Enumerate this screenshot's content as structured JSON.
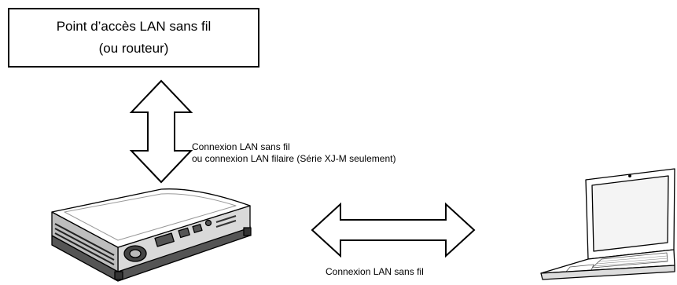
{
  "access_point": {
    "line1": "Point d’accès LAN sans fil",
    "line2": "(ou routeur)"
  },
  "connection_vertical": {
    "line1": "Connexion LAN sans fil",
    "line2": "ou connexion LAN filaire (Série XJ-M seulement)"
  },
  "connection_horizontal": {
    "label": "Connexion LAN sans fil"
  },
  "devices": {
    "projector_icon": "projector-icon",
    "laptop_icon": "laptop-icon"
  },
  "colors": {
    "stroke": "#000000",
    "fill": "#ffffff",
    "projector_dark": "#333333",
    "laptop_screen": "#f4f4f4"
  }
}
